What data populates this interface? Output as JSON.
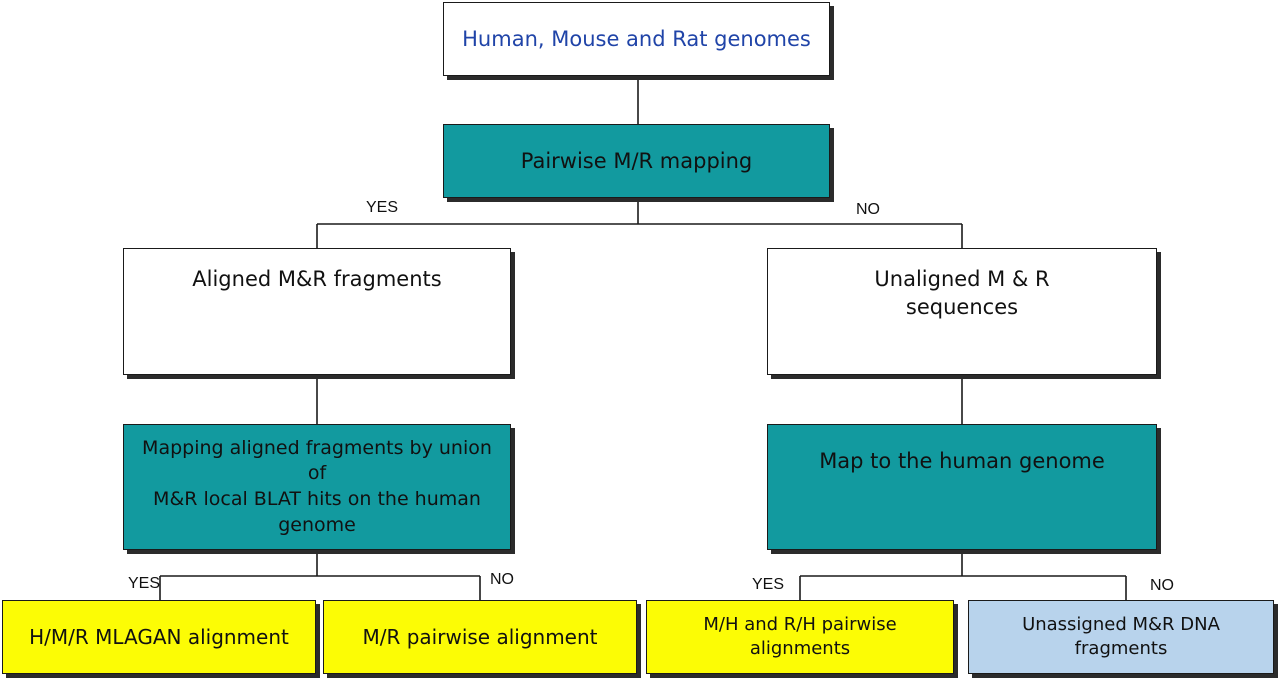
{
  "nodes": {
    "genomes": "Human, Mouse and Rat genomes",
    "pairwise_mapping": "Pairwise M/R mapping",
    "aligned_fragments": "Aligned M&R fragments",
    "unaligned_sequences_line1": "Unaligned M & R",
    "unaligned_sequences_line2": "sequences",
    "mapping_union_line1": "Mapping aligned fragments by union of",
    "mapping_union_line2": "M&R local BLAT hits on the human genome",
    "map_human": "Map to the human genome",
    "hmr_mlagan": "H/M/R MLAGAN alignment",
    "mr_pairwise": "M/R pairwise alignment",
    "mh_rh_pairwise": "M/H and R/H pairwise alignments",
    "unassigned": "Unassigned M&R DNA fragments"
  },
  "branch_labels": {
    "top_yes": "YES",
    "top_no": "NO",
    "left_yes": "YES",
    "left_no": "NO",
    "right_yes": "YES",
    "right_no": "NO"
  },
  "colors": {
    "teal": "#129a9f",
    "yellow": "#fcfc05",
    "light_blue": "#b8d3ec",
    "title_text": "#2044a8"
  }
}
